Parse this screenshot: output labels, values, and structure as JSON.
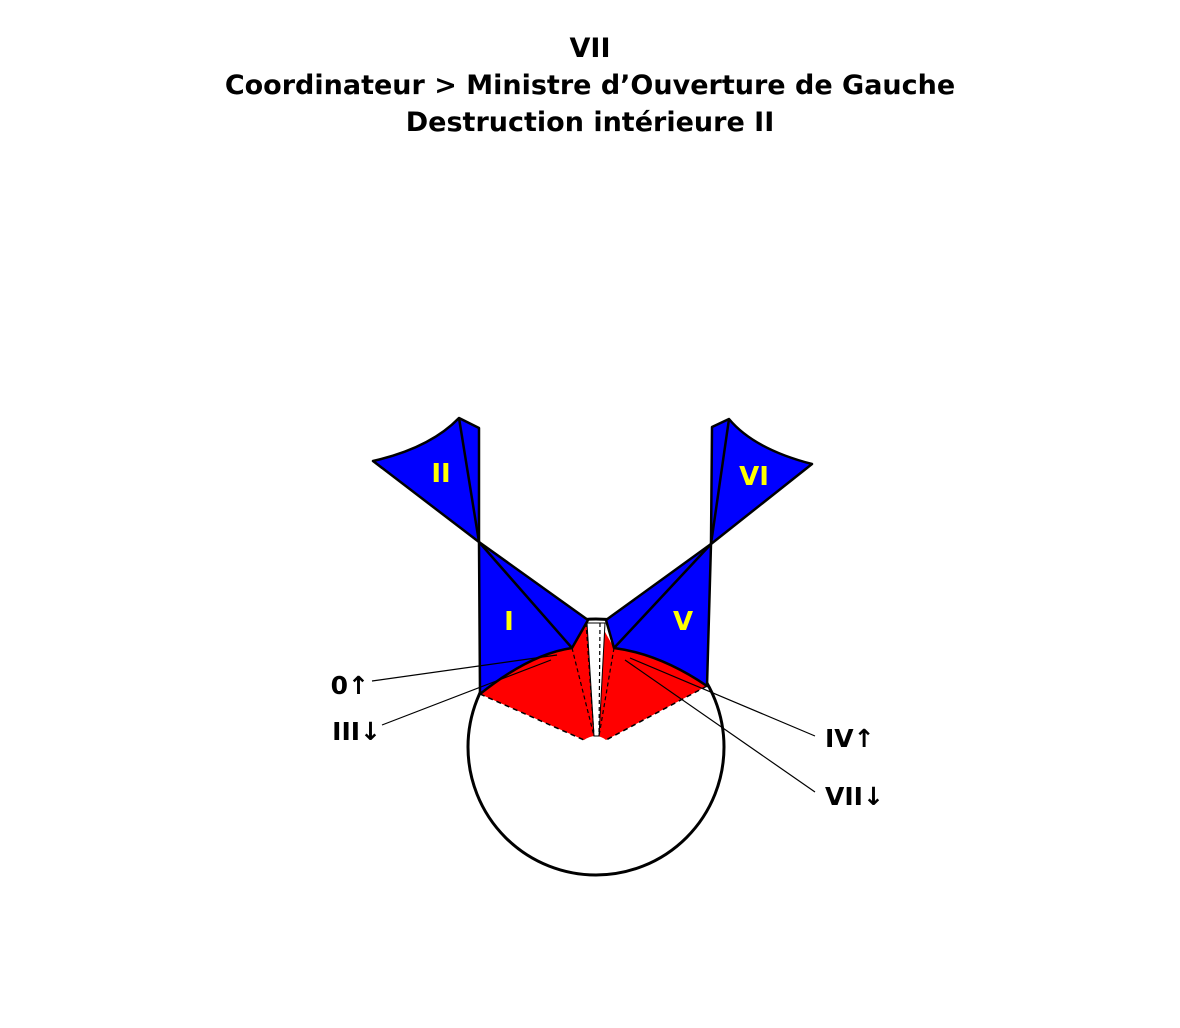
{
  "header": {
    "line1": "VII",
    "line2": "Coordinateur > Ministre d’Ouverture de Gauche",
    "line3": "Destruction intérieure II"
  },
  "regions": {
    "r1": "I",
    "r2": "II",
    "r5": "V",
    "r6": "VI"
  },
  "callouts": {
    "zero_up": "0↑",
    "three_down": "III↓",
    "four_up": "IV↑",
    "seven_down": "VII↓"
  },
  "colors": {
    "blue": "#0000ff",
    "red": "#ff0000",
    "label_yellow": "#ffff00",
    "outline": "#000000"
  }
}
